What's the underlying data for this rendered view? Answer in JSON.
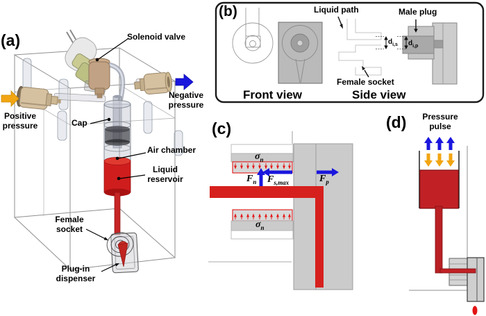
{
  "panel_a": {
    "label": "(a)",
    "annotations": {
      "solenoid_valve": "Solenoid valve",
      "positive_pressure": "Positive pressure",
      "negative_pressure": "Negative pressure",
      "cap": "Cap",
      "air_chamber": "Air chamber",
      "liquid_reservoir": "Liquid reservoir",
      "female_socket": "Female socket",
      "plug_in_dispenser": "Plug-in dispenser"
    }
  },
  "panel_b": {
    "label": "(b)",
    "annotations": {
      "liquid_path": "Liquid path",
      "male_plug": "Male plug",
      "female_socket": "Female socket"
    },
    "views": {
      "front": "Front view",
      "side": "Side view"
    },
    "dimensions": {
      "socket_inner": {
        "base": "d",
        "sub": "i,s"
      },
      "plug_inner": {
        "base": "d",
        "sub": "i,p"
      }
    }
  },
  "panel_c": {
    "label": "(c)",
    "symbols": {
      "sigma_top": {
        "base": "σ",
        "sub": "n"
      },
      "sigma_bottom": {
        "base": "σ",
        "sub": "n"
      },
      "force_normal": {
        "base": "F",
        "sub": "n"
      },
      "force_shear_max": {
        "base": "F",
        "sub": "s,max"
      },
      "force_pull": {
        "base": "F",
        "sub": "p"
      }
    }
  },
  "panel_d": {
    "label": "(d)",
    "annotations": {
      "pressure_pulse": "Pressure pulse"
    }
  },
  "colors": {
    "liquid_red": "#d12120",
    "arrow_blue": "#1a16dd",
    "arrow_yellow": "#f2a512",
    "fitting_tan": "#d5c1a0",
    "valve_olive": "#c9cb92",
    "block_gray": "#cccccc"
  }
}
